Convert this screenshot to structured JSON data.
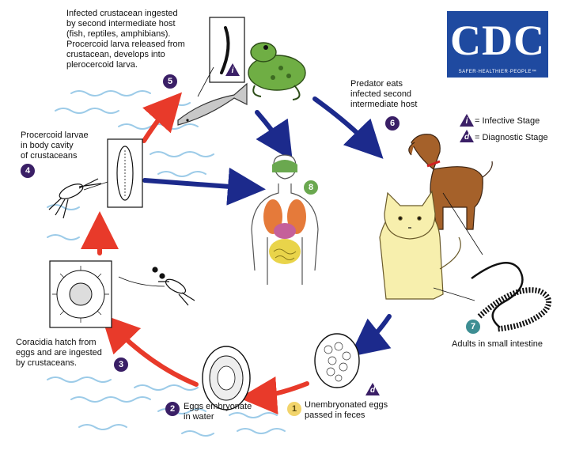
{
  "logo": {
    "letters": "CDC",
    "tagline": "SAFER·HEALTHIER·PEOPLE™"
  },
  "legend": [
    {
      "symbol": "i",
      "text": "= Infective Stage"
    },
    {
      "symbol": "d",
      "text": "= Diagnostic Stage"
    }
  ],
  "stages": [
    {
      "number": "1",
      "text": "Unembryonated eggs\npassed in feces"
    },
    {
      "number": "2",
      "text": "Eggs embryonate\nin water"
    },
    {
      "number": "3",
      "text": "Coracidia hatch from\neggs and are ingested\nby crustaceans."
    },
    {
      "number": "4",
      "text": "Procercoid larvae\nin body cavity\nof crustaceans"
    },
    {
      "number": "5",
      "text": "Infected crustacean ingested\nby second intermediate host\n(fish, reptiles, amphibians).\nProcercoid larva released from\ncrustacean, develops into\nplerocercoid larva."
    },
    {
      "number": "6",
      "text": "Predator eats\ninfected second\nintermediate host"
    },
    {
      "number": "7",
      "text": "Adults in small intestine"
    },
    {
      "number": "8",
      "text": ""
    }
  ],
  "markers": {
    "infective": "i",
    "diagnostic": "d"
  },
  "colors": {
    "navy": "#1c2a8c",
    "red": "#e83a2a",
    "water": "#9ccbe8",
    "badge": "#3a1f66"
  }
}
